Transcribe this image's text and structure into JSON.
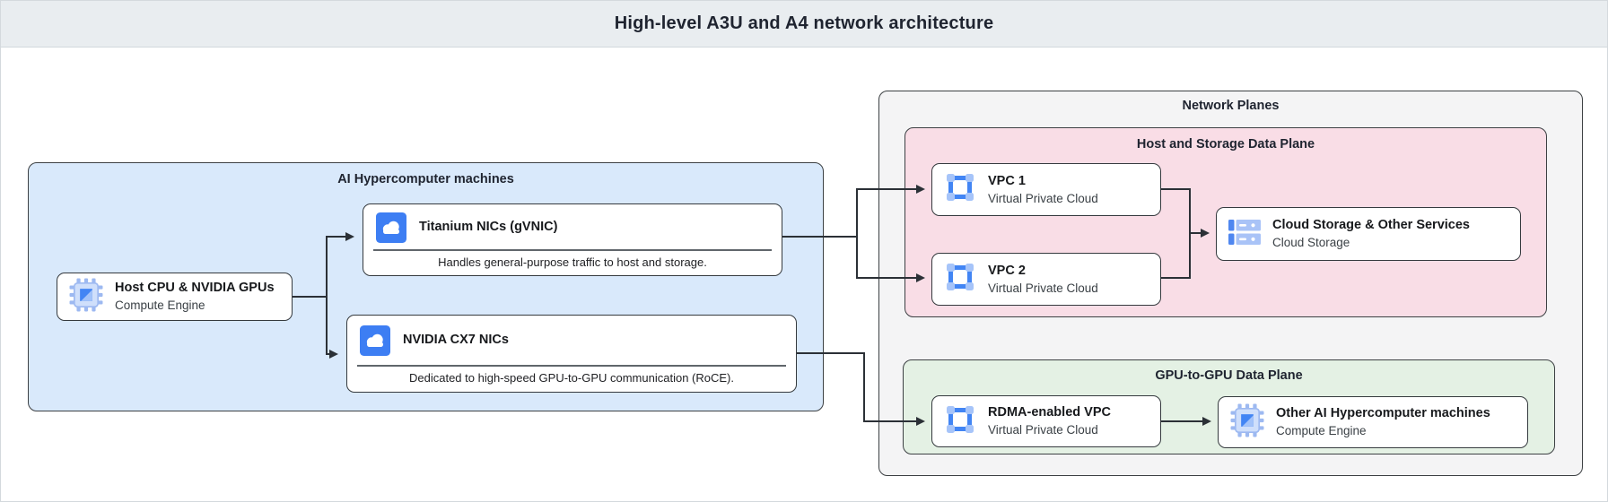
{
  "header": {
    "title": "High-level A3U and A4 network architecture"
  },
  "diagram": {
    "ai_machines": {
      "title": "AI Hypercomputer machines",
      "host": {
        "title": "Host CPU & NVIDIA GPUs",
        "subtitle": "Compute Engine"
      },
      "titanium": {
        "title": "Titanium NICs (gVNIC)",
        "description": "Handles general-purpose traffic to host and storage."
      },
      "cx7": {
        "title": "NVIDIA CX7 NICs",
        "description": "Dedicated to high-speed GPU-to-GPU communication (RoCE)."
      }
    },
    "network_planes": {
      "title": "Network Planes",
      "host_storage_plane": {
        "title": "Host and Storage Data Plane",
        "vpc1": {
          "title": "VPC 1",
          "subtitle": "Virtual Private Cloud"
        },
        "vpc2": {
          "title": "VPC 2",
          "subtitle": "Virtual Private Cloud"
        },
        "storage": {
          "title": "Cloud Storage & Other Services",
          "subtitle": "Cloud Storage"
        }
      },
      "gpu_plane": {
        "title": "GPU-to-GPU Data Plane",
        "rdma": {
          "title": "RDMA-enabled VPC",
          "subtitle": "Virtual Private Cloud"
        },
        "other": {
          "title": "Other AI Hypercomputer machines",
          "subtitle": "Compute Engine"
        }
      }
    }
  },
  "icons": {
    "compute": "chip-icon",
    "nic": "cloud-icon",
    "vpc": "vpc-brackets-icon",
    "storage": "server-stack-icon"
  },
  "colors": {
    "header_bg": "#e9edf0",
    "machines_bg": "#d9e9fb",
    "planes_bg": "#f4f4f5",
    "host_storage_plane_bg": "#f9dde6",
    "gpu_plane_bg": "#e4f1e4",
    "node_border": "#3c4043",
    "icon_blue": "#4285f4",
    "icon_blue_light": "#a6c4f9",
    "arrow": "#2b3036"
  }
}
